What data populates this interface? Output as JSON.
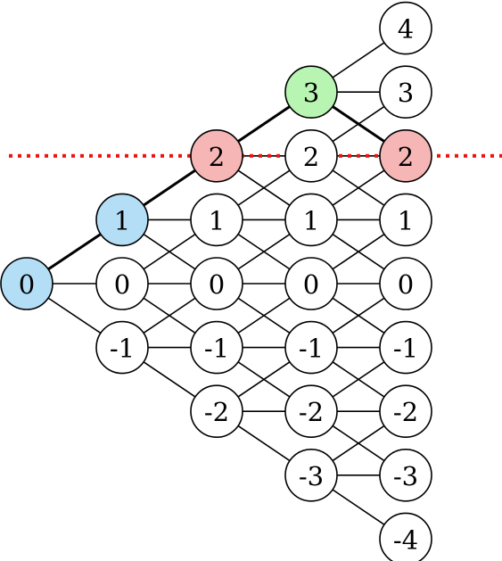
{
  "colors": {
    "start": "#b3def6",
    "peak": "#b8f5b3",
    "level": "#f7b6b6",
    "default": "#ffffff",
    "highlight_path": "#22dd22",
    "cut_line": "#ee1111"
  },
  "columns": [
    [
      {
        "label": "0",
        "fill": "start"
      }
    ],
    [
      {
        "label": "1",
        "fill": "start"
      },
      {
        "label": "0"
      },
      {
        "label": "-1"
      }
    ],
    [
      {
        "label": "2",
        "fill": "level"
      },
      {
        "label": "1"
      },
      {
        "label": "0"
      },
      {
        "label": "-1"
      },
      {
        "label": "-2"
      }
    ],
    [
      {
        "label": "3",
        "fill": "peak"
      },
      {
        "label": "2"
      },
      {
        "label": "1"
      },
      {
        "label": "0"
      },
      {
        "label": "-1"
      },
      {
        "label": "-2"
      },
      {
        "label": "-3"
      }
    ],
    [
      {
        "label": "4"
      },
      {
        "label": "3"
      },
      {
        "label": "2",
        "fill": "level"
      },
      {
        "label": "1"
      },
      {
        "label": "0"
      },
      {
        "label": "-1"
      },
      {
        "label": "-2"
      },
      {
        "label": "-3"
      },
      {
        "label": "-4"
      }
    ]
  ],
  "highlighted_path": [
    [
      0,
      0
    ],
    [
      1,
      0
    ],
    [
      2,
      0
    ],
    [
      3,
      0
    ],
    [
      4,
      2
    ]
  ],
  "cut_line_value": 2
}
